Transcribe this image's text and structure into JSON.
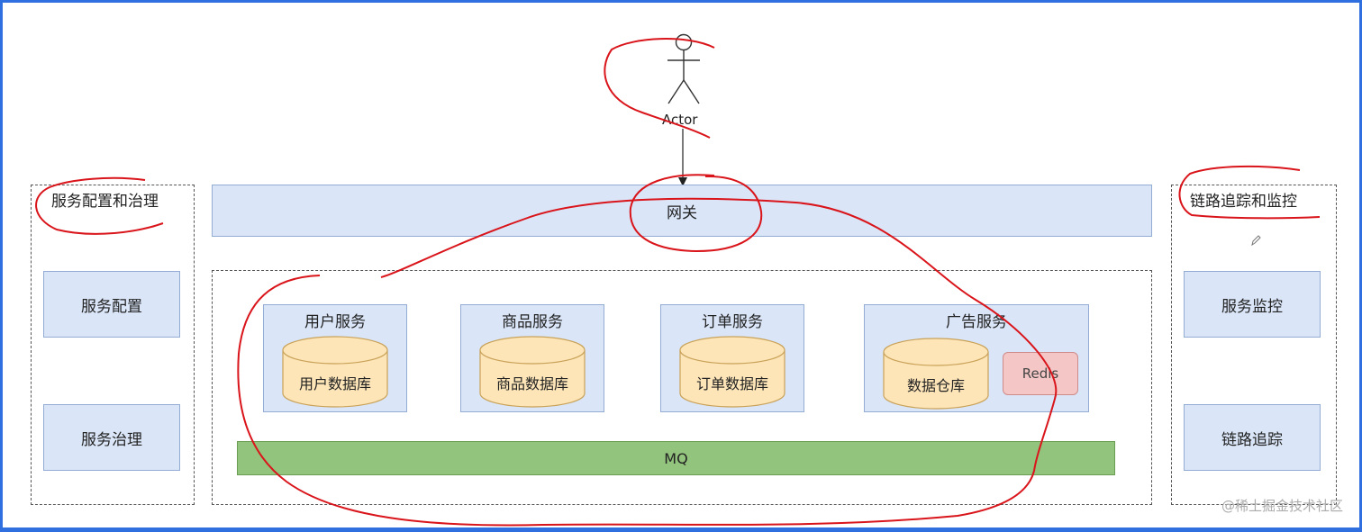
{
  "actor": {
    "label": "Actor"
  },
  "gateway": {
    "label": "网关"
  },
  "left_panel": {
    "title": "服务配置和治理",
    "items": [
      "服务配置",
      "服务治理"
    ]
  },
  "right_panel": {
    "title": "链路追踪和监控",
    "items": [
      "服务监控",
      "链路追踪"
    ]
  },
  "services": [
    {
      "title": "用户服务",
      "db": "用户数据库"
    },
    {
      "title": "商品服务",
      "db": "商品数据库"
    },
    {
      "title": "订单服务",
      "db": "订单数据库"
    },
    {
      "title": "广告服务",
      "db": "数据仓库",
      "cache": "Redis"
    }
  ],
  "mq": {
    "label": "MQ"
  },
  "watermark": "@稀土掘金技术社区",
  "colors": {
    "box_fill": "#dae6f8",
    "db_fill": "#fde5b8",
    "mq_fill": "#93c47d",
    "redis_fill": "#f4c7c6",
    "annotation_red": "#d9141a",
    "frame_blue": "#2f6fe0"
  }
}
